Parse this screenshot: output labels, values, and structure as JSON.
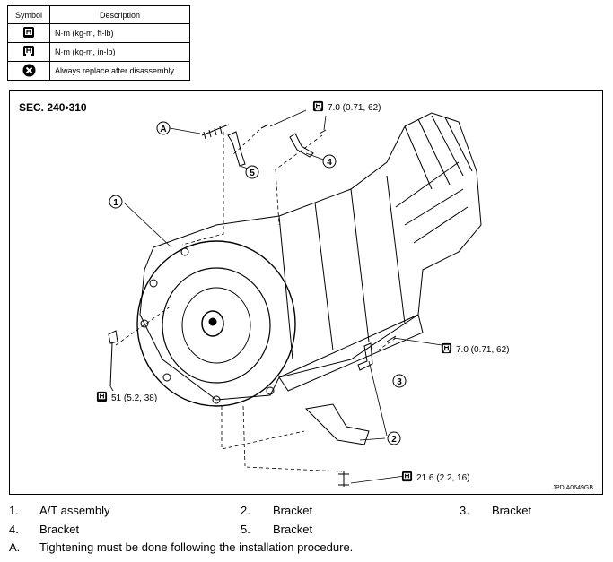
{
  "legend": {
    "header": {
      "symbol": "Symbol",
      "description": "Description"
    },
    "rows": [
      {
        "icon": "torque-wrench-icon",
        "description": "N·m (kg-m, ft-lb)"
      },
      {
        "icon": "torque-wrench-inlb-icon",
        "description": "N·m (kg-m, in-lb)"
      },
      {
        "icon": "always-replace-icon",
        "description": "Always replace after disassembly."
      }
    ]
  },
  "diagram": {
    "section": "SEC. 240•310",
    "code": "JPDIA0649GB",
    "torques": {
      "top": "7.0 (0.71, 62)",
      "right": "7.0 (0.71, 62)",
      "left": "51 (5.2, 38)",
      "bottom": "21.6 (2.2, 16)"
    },
    "callouts": [
      "A",
      "1",
      "2",
      "3",
      "4",
      "5"
    ]
  },
  "parts": [
    {
      "num": "1.",
      "name": "A/T assembly"
    },
    {
      "num": "2.",
      "name": "Bracket"
    },
    {
      "num": "3.",
      "name": "Bracket"
    },
    {
      "num": "4.",
      "name": "Bracket"
    },
    {
      "num": "5.",
      "name": "Bracket"
    }
  ],
  "note": {
    "label": "A.",
    "text": "Tightening must be done following the installation procedure."
  }
}
